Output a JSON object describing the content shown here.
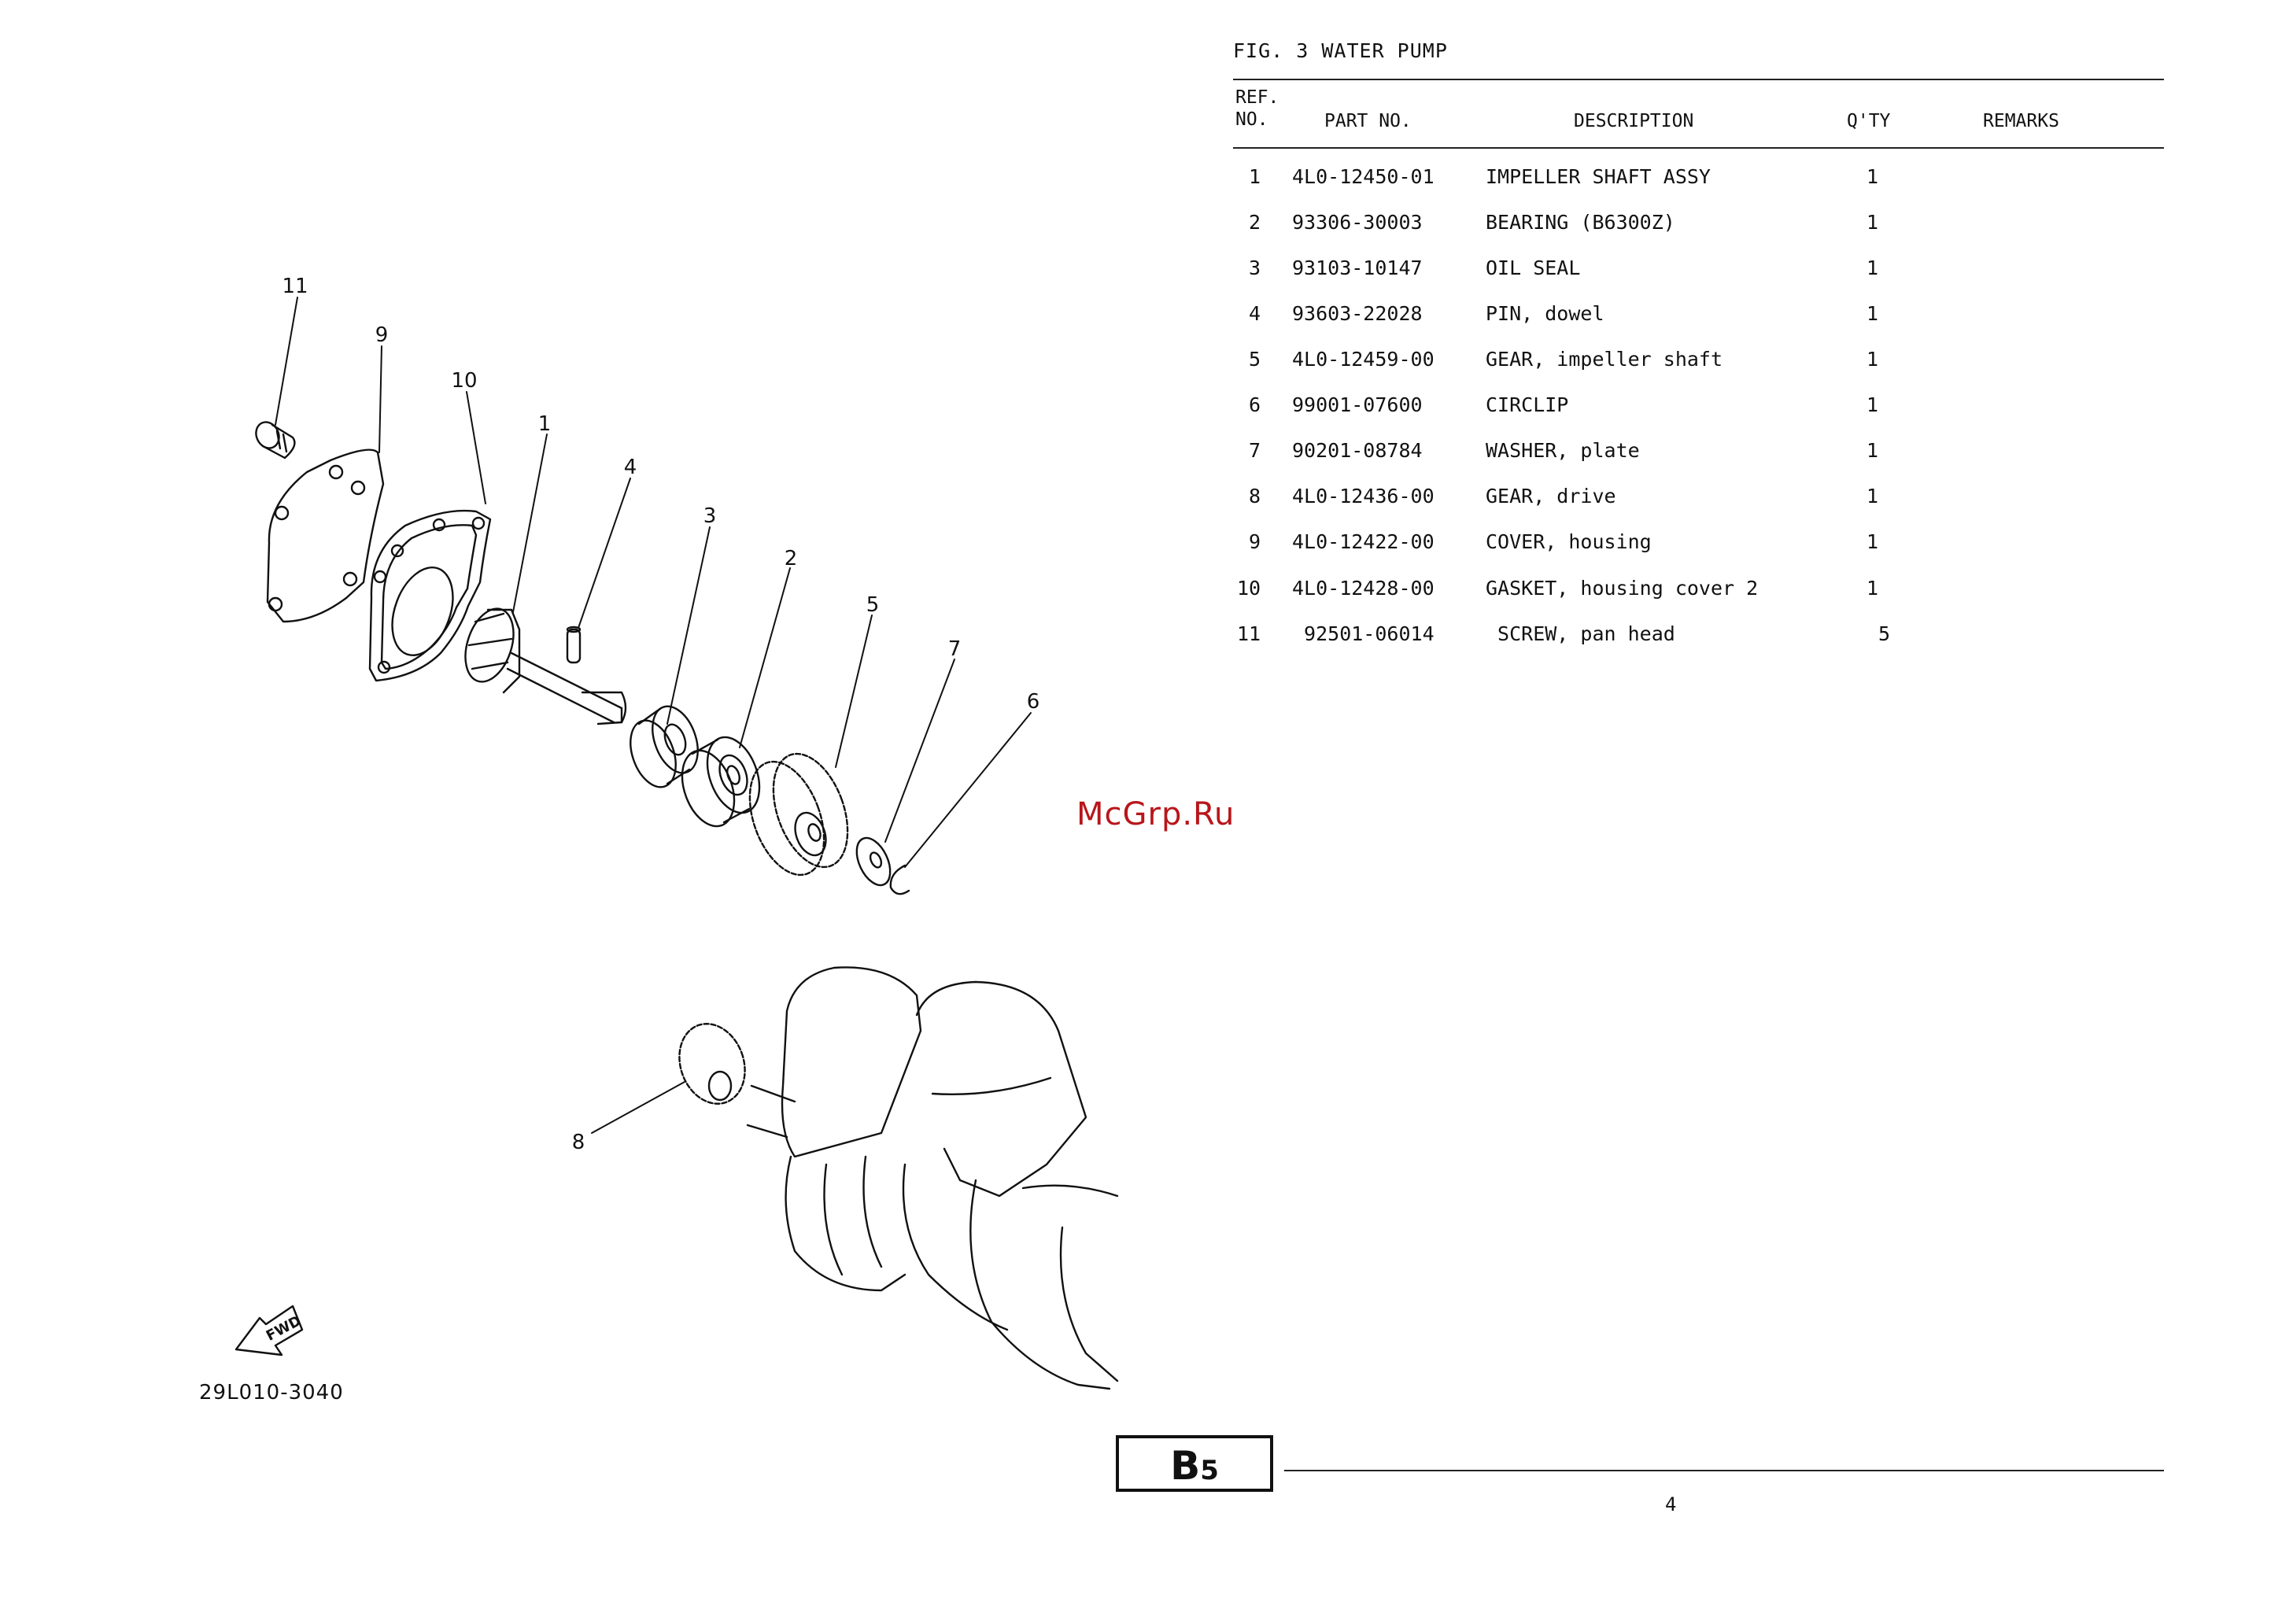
{
  "figure": {
    "title": "FIG.  3  WATER PUMP"
  },
  "table": {
    "headers": {
      "ref": "REF.\nNO.",
      "part_no": "PART NO.",
      "description": "DESCRIPTION",
      "qty": "Q'TY",
      "remarks": "REMARKS"
    },
    "rows": [
      {
        "ref": "1",
        "part_no": "4L0-12450-01",
        "description": "IMPELLER SHAFT ASSY",
        "qty": "1",
        "remarks": ""
      },
      {
        "ref": "2",
        "part_no": "93306-30003",
        "description": "BEARING (B6300Z)",
        "qty": "1",
        "remarks": ""
      },
      {
        "ref": "3",
        "part_no": "93103-10147",
        "description": "OIL SEAL",
        "qty": "1",
        "remarks": ""
      },
      {
        "ref": "4",
        "part_no": "93603-22028",
        "description": "PIN, dowel",
        "qty": "1",
        "remarks": ""
      },
      {
        "ref": "5",
        "part_no": "4L0-12459-00",
        "description": "GEAR, impeller shaft",
        "qty": "1",
        "remarks": ""
      },
      {
        "ref": "6",
        "part_no": "99001-07600",
        "description": "CIRCLIP",
        "qty": "1",
        "remarks": ""
      },
      {
        "ref": "7",
        "part_no": "90201-08784",
        "description": "WASHER, plate",
        "qty": "1",
        "remarks": ""
      },
      {
        "ref": "8",
        "part_no": "4L0-12436-00",
        "description": "GEAR, drive",
        "qty": "1",
        "remarks": ""
      },
      {
        "ref": "9",
        "part_no": "4L0-12422-00",
        "description": "COVER, housing",
        "qty": "1",
        "remarks": ""
      },
      {
        "ref": "10",
        "part_no": "4L0-12428-00",
        "description": "GASKET, housing cover 2",
        "qty": "1",
        "remarks": ""
      },
      {
        "ref": "11",
        "part_no": " 92501-06014",
        "description": " SCREW, pan head",
        "qty": " 5",
        "remarks": ""
      }
    ]
  },
  "diagram": {
    "callouts": [
      "1",
      "2",
      "3",
      "4",
      "5",
      "6",
      "7",
      "8",
      "9",
      "10",
      "11"
    ],
    "fwd_label": "FWD",
    "code": "29L010-3040"
  },
  "watermark": "McGrp.Ru",
  "footer": {
    "section_main": "B",
    "section_sub": "5",
    "page_number": "4"
  }
}
